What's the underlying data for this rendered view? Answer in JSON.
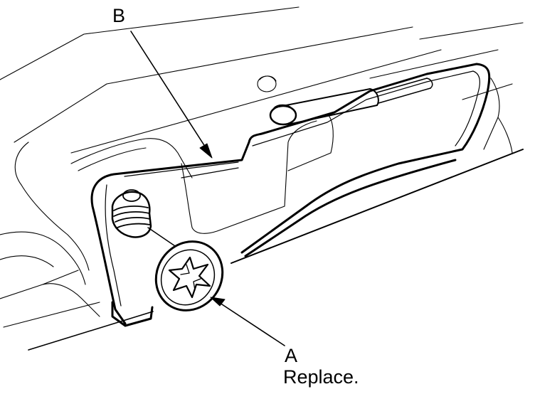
{
  "callouts": {
    "b": {
      "letter": "B"
    },
    "a": {
      "letter": "A",
      "note": "Replace."
    }
  },
  "colors": {
    "ink": "#000000",
    "paper": "#ffffff"
  }
}
